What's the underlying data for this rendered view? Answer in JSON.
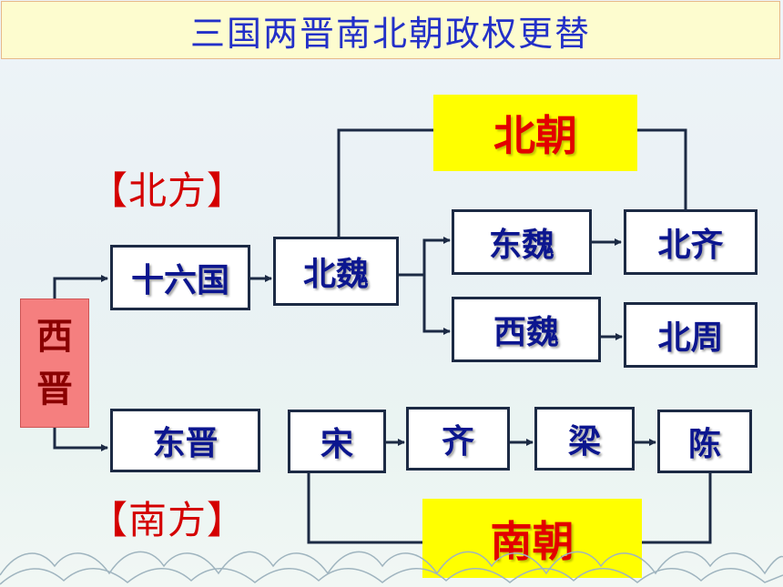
{
  "title": "三国两晋南北朝政权更替",
  "regions": {
    "north": "【北方】",
    "south": "【南方】"
  },
  "origin": {
    "line1": "西",
    "line2": "晋"
  },
  "banners": {
    "north": "北朝",
    "south": "南朝"
  },
  "states": {
    "shiliuguo": "十六国",
    "beiwei": "北魏",
    "dongwei": "东魏",
    "xiwei": "西魏",
    "beiqi": "北齐",
    "beizhou": "北周",
    "dongjin": "东晋",
    "song": "宋",
    "qi": "齐",
    "liang": "梁",
    "chen": "陈"
  },
  "colors": {
    "title_text": "#2330c8",
    "box_text": "#0c168f",
    "banner_bg": "#ffff00",
    "banner_text": "#e30000",
    "region_text": "#d40000",
    "origin_bg": "#f57f7f"
  }
}
